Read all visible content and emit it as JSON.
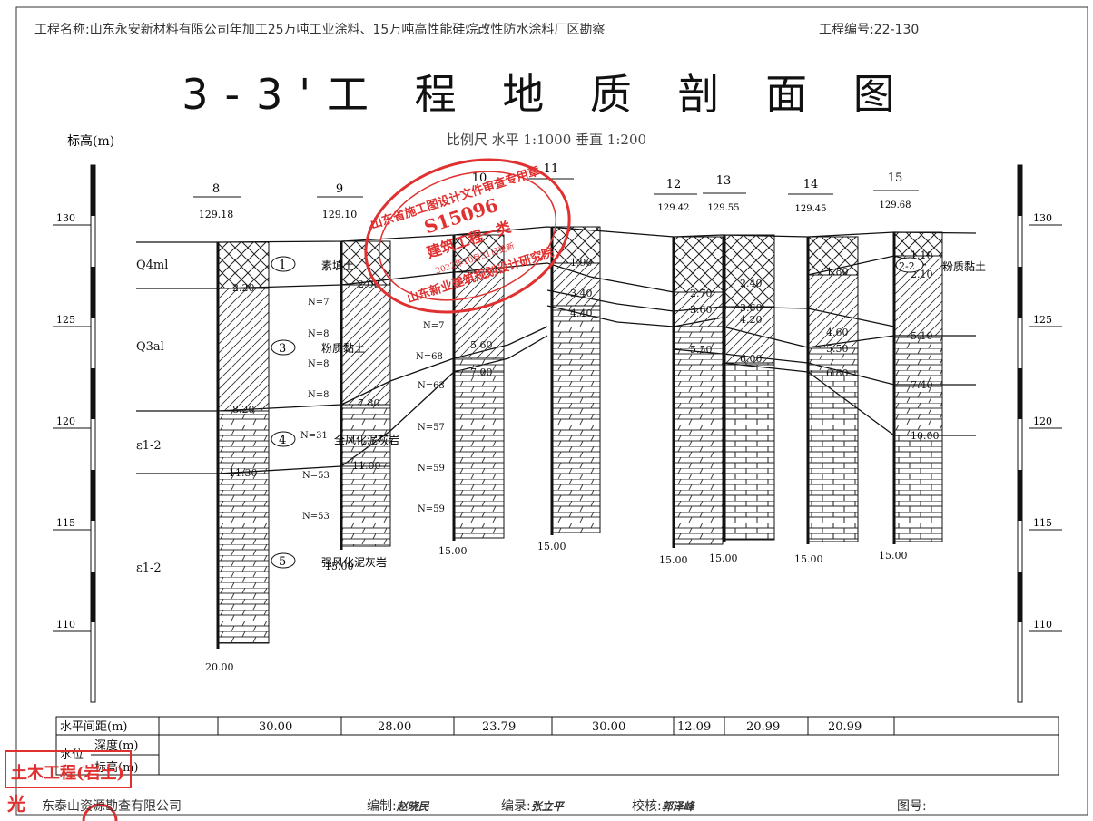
{
  "header": {
    "project_name": "工程名称:山东永安新材料有限公司年加工25万吨工业涂料、15万吨高性能硅烷改性防水涂料厂区勘察",
    "project_no": "工程编号:22-130"
  },
  "title": "3-3'工 程 地 质 剖 面 图",
  "scale": "比例尺  水平  1:1000   垂直 1:200",
  "axis": {
    "label": "标高(m)",
    "ticks": [
      "130",
      "125",
      "120",
      "115",
      "110"
    ]
  },
  "boreholes": [
    {
      "id": "8",
      "elev": "129.18",
      "depth": "20.00",
      "layers": [
        "2.20",
        "8.20",
        "11.30"
      ]
    },
    {
      "id": "9",
      "elev": "129.10",
      "depth": "15.00",
      "layers": [
        "2.00",
        "7.80",
        "11.00"
      ]
    },
    {
      "id": "10",
      "elev": "",
      "depth": "15.00",
      "layers": [
        "5.60",
        "7.00"
      ]
    },
    {
      "id": "11",
      "elev": "",
      "depth": "15.00",
      "layers": [
        "1.90",
        "3.40",
        "4.40"
      ]
    },
    {
      "id": "12",
      "elev": "129.42",
      "depth": "15.00",
      "layers": [
        "2.70",
        "3.60",
        "5.50"
      ]
    },
    {
      "id": "13",
      "elev": "129.55",
      "depth": "15.00",
      "layers": [
        "2.40",
        "3.60",
        "4.20",
        "6.00"
      ]
    },
    {
      "id": "14",
      "elev": "129.45",
      "depth": "15.00",
      "layers": [
        "1.80",
        "4.60",
        "5.50",
        "6.80"
      ]
    },
    {
      "id": "15",
      "elev": "129.68",
      "depth": "15.00",
      "layers": [
        "1.10",
        "2.10",
        "5.10",
        "7.40",
        "10.00"
      ]
    }
  ],
  "n_values": [
    "N=7",
    "N=8",
    "N=8",
    "N=8",
    "N=31",
    "N=53",
    "N=53",
    "N=7",
    "N=68",
    "N=63",
    "N=57",
    "N=59",
    "N=59"
  ],
  "strata": [
    {
      "no": "1",
      "name": "素填土",
      "code": "Q4ml"
    },
    {
      "no": "2-2",
      "name": "粉质黏土",
      "code": ""
    },
    {
      "no": "3",
      "name": "粉质黏土",
      "code": "Q3al"
    },
    {
      "no": "4",
      "name": "全风化泥灰岩",
      "code": "ε1-2"
    },
    {
      "no": "5",
      "name": "强风化泥灰岩",
      "code": "ε1-2"
    }
  ],
  "table": {
    "row1_label": "水平间距(m)",
    "row2_label": "水位",
    "row2a": "深度(m)",
    "row2b": "标高(m)",
    "distances": [
      "30.00",
      "28.00",
      "23.79",
      "30.00",
      "12.09",
      "20.99",
      "20.99"
    ]
  },
  "stamp": {
    "code": "S15096",
    "line1": "山东省施工图设计文件审查专用章",
    "line2": "建筑工程一类",
    "date": "2022年10月31日更新",
    "org": "山东新业建筑规划设计研究院"
  },
  "stamp2": {
    "text": "土木工程(岩土)",
    "glyph": "光"
  },
  "footer": {
    "company": "东泰山资源勘查有限公司",
    "edit_label": "编制:",
    "edit_sig": "赵晓民",
    "record_label": "编录:",
    "record_sig": "张立平",
    "check_label": "校核:",
    "check_sig": "郭泽峰",
    "drawing_label": "图号:"
  },
  "colors": {
    "stamp": "#e03030",
    "line": "#111111"
  }
}
